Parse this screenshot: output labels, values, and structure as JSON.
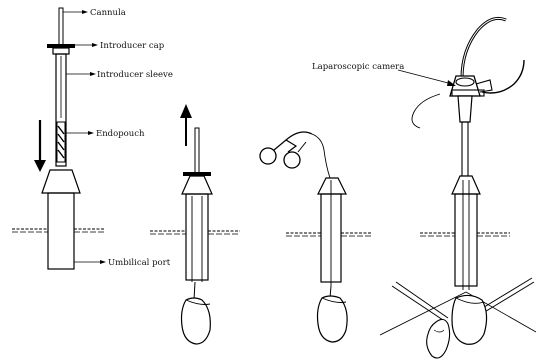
{
  "labels": {
    "cannula": "Cannula",
    "introducer_cap": "Introducer cap",
    "introducer_sleeve": "Introducer sleeve",
    "endopouch": "Endopouch",
    "umbilical_port": "Umbilical port",
    "laparoscopic_camera": "Laparoscopic camera"
  },
  "colors": {
    "ink": "#000000",
    "paper": "#ffffff",
    "text": "#111111"
  }
}
